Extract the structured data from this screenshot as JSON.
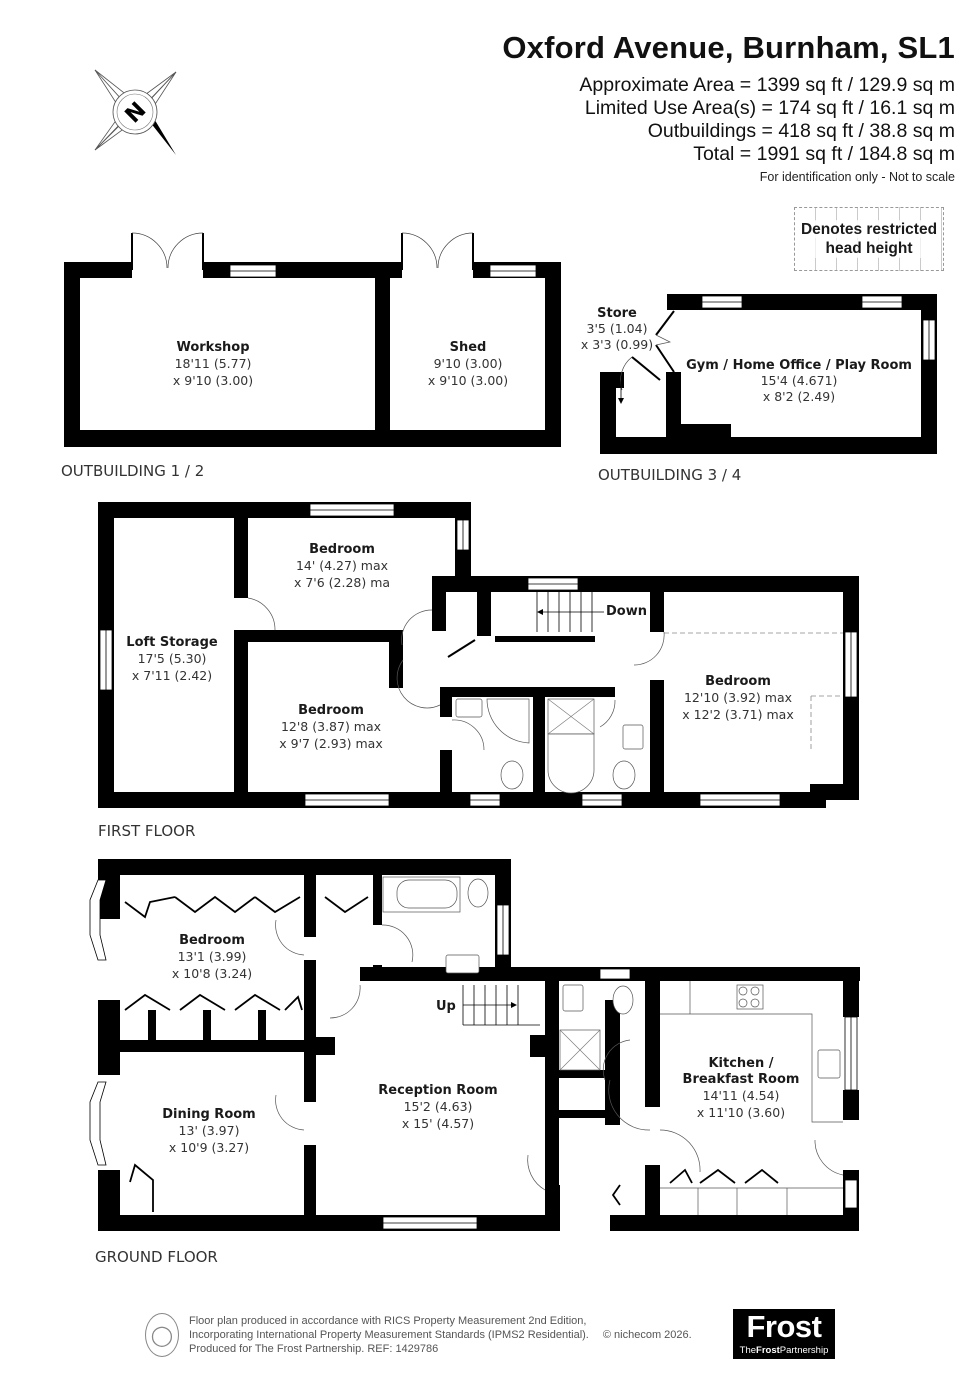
{
  "header": {
    "title": "Oxford Avenue, Burnham, SL1",
    "areas": [
      "Approximate Area = 1399 sq ft / 129.9 sq m",
      "Limited Use Area(s) = 174 sq ft / 16.1 sq m",
      "Outbuildings = 418 sq ft / 38.8 sq m",
      "Total = 1991 sq ft / 184.8 sq m"
    ],
    "note": "For identification only - Not to scale"
  },
  "compass": {
    "icon": "compass-north-icon",
    "letter": "N"
  },
  "legend": {
    "line1": "Denotes restricted",
    "line2": "head height"
  },
  "floors": {
    "outbuilding_1_2": {
      "label": "OUTBUILDING 1 / 2",
      "rooms": [
        {
          "name": "Workshop",
          "dim1": "18'11 (5.77)",
          "dim2": "x 9'10 (3.00)"
        },
        {
          "name": "Shed",
          "dim1": "9'10 (3.00)",
          "dim2": "x 9'10 (3.00)"
        }
      ]
    },
    "outbuilding_3_4": {
      "label": "OUTBUILDING 3 / 4",
      "rooms": [
        {
          "name": "Store",
          "dim1": "3'5 (1.04)",
          "dim2": "x 3'3 (0.99)"
        },
        {
          "name": "Gym / Home Office / Play Room",
          "dim1": "15'4 (4.671)",
          "dim2": "x 8'2 (2.49)"
        }
      ]
    },
    "first_floor": {
      "label": "FIRST FLOOR",
      "stairs_label": "Down",
      "rooms": [
        {
          "name": "Bedroom",
          "dim1": "14' (4.27) max",
          "dim2": "x 7'6 (2.28) ma"
        },
        {
          "name": "Loft Storage",
          "dim1": "17'5 (5.30)",
          "dim2": "x 7'11 (2.42)"
        },
        {
          "name": "Bedroom",
          "dim1": "12'8 (3.87) max",
          "dim2": "x 9'7 (2.93) max"
        },
        {
          "name": "Bedroom",
          "dim1": "12'10 (3.92) max",
          "dim2": "x 12'2 (3.71) max"
        }
      ]
    },
    "ground_floor": {
      "label": "GROUND FLOOR",
      "stairs_label": "Up",
      "rooms": [
        {
          "name": "Bedroom",
          "dim1": "13'1 (3.99)",
          "dim2": "x 10'8 (3.24)"
        },
        {
          "name": "Dining Room",
          "dim1": "13' (3.97)",
          "dim2": "x 10'9 (3.27)"
        },
        {
          "name": "Reception Room",
          "dim1": "15'2 (4.63)",
          "dim2": "x 15' (4.57)"
        },
        {
          "name": "Kitchen /",
          "name2": "Breakfast Room",
          "dim1": "14'11 (4.54)",
          "dim2": "x 11'10 (3.60)"
        }
      ]
    }
  },
  "footer": {
    "line1": "Floor plan produced in accordance with RICS Property Measurement 2nd Edition,",
    "line2": "Incorporating International Property Measurement Standards (IPMS2 Residential).",
    "copyright": "© nichecom 2026.",
    "line3": "Produced for The Frost Partnership.   REF:  1429786",
    "icon": "person-icon"
  },
  "logo": {
    "big": "Frost",
    "small_pre": "The",
    "small_bold": "Frost",
    "small_post": "Partnership"
  },
  "colors": {
    "wall": "#000000",
    "background": "#ffffff",
    "text": "#1a1a1a"
  }
}
